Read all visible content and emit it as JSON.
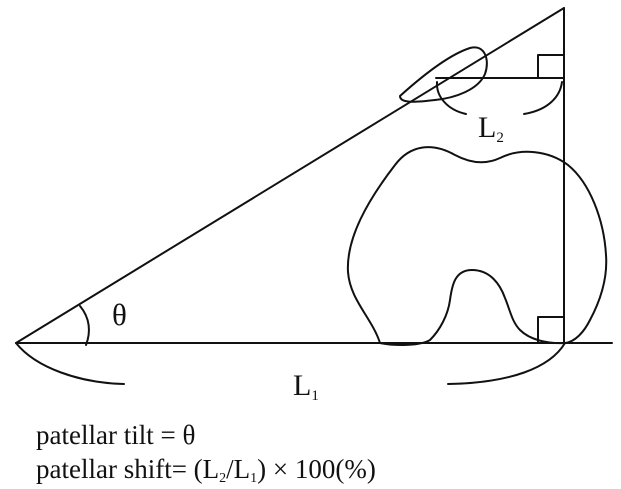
{
  "labels": {
    "theta": "θ",
    "l1_main": "L",
    "l1_sub": "1",
    "l2_main": "L",
    "l2_sub": "2"
  },
  "formulas": {
    "tilt_prefix": "patellar tilt = ",
    "tilt_symbol": "θ",
    "shift_prefix": "patellar shift= (L",
    "shift_sub2": "2",
    "shift_mid": "/L",
    "shift_sub1": "1",
    "shift_suffix": ") × 100(%)"
  },
  "colors": {
    "ink": "#111111",
    "background": "#ffffff"
  }
}
